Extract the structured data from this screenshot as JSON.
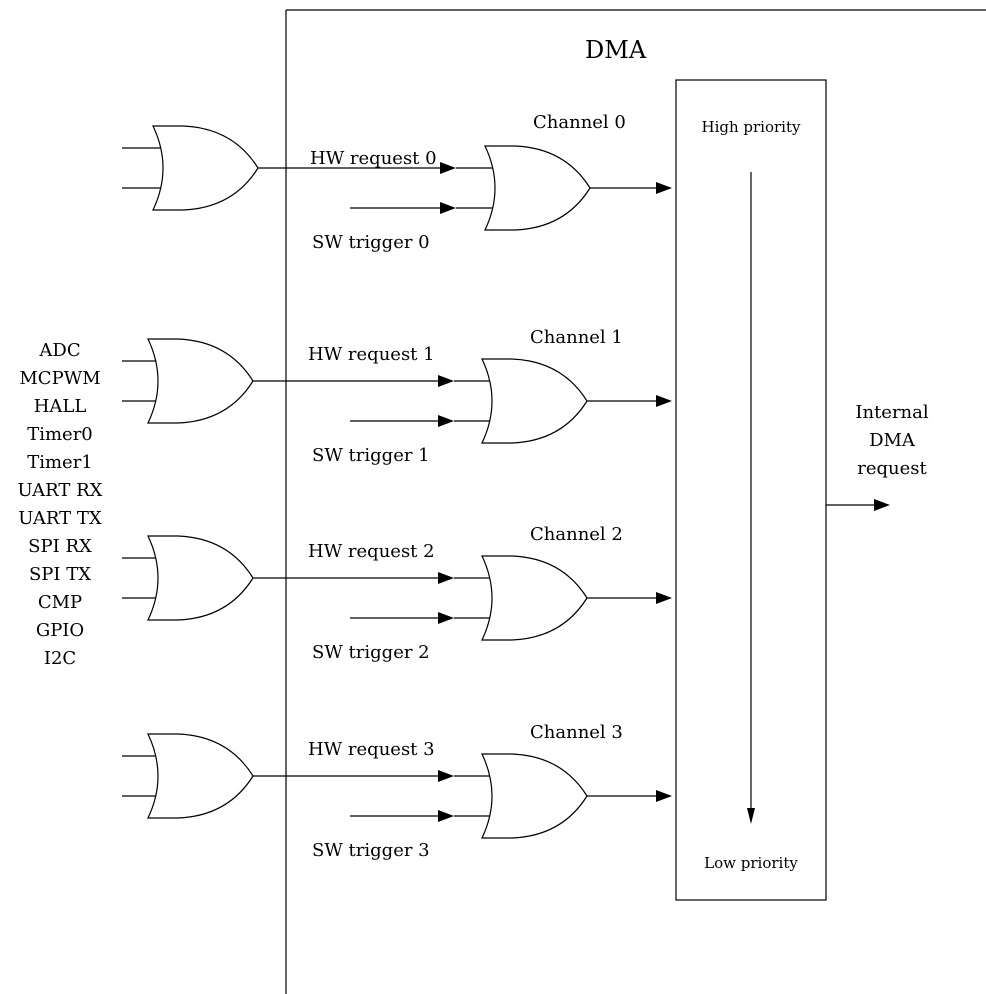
{
  "dma_block": {
    "label": "DMA"
  },
  "sources": [
    "ADC",
    "MCPWM",
    "HALL",
    "Timer0",
    "Timer1",
    "UART RX",
    "UART TX",
    "SPI RX",
    "SPI TX",
    "CMP",
    "GPIO",
    "I2C"
  ],
  "channels": [
    {
      "name": "Channel 0",
      "hw_request": "HW request 0",
      "sw_trigger": "SW trigger 0"
    },
    {
      "name": "Channel 1",
      "hw_request": "HW request 1",
      "sw_trigger": "SW trigger 1"
    },
    {
      "name": "Channel 2",
      "hw_request": "HW request 2",
      "sw_trigger": "SW trigger 2"
    },
    {
      "name": "Channel 3",
      "hw_request": "HW request 3",
      "sw_trigger": "SW trigger 3"
    }
  ],
  "arbiter": {
    "high_label": "High priority",
    "low_label": "Low priority"
  },
  "output": {
    "lines": [
      "Internal",
      "DMA",
      "request"
    ]
  }
}
